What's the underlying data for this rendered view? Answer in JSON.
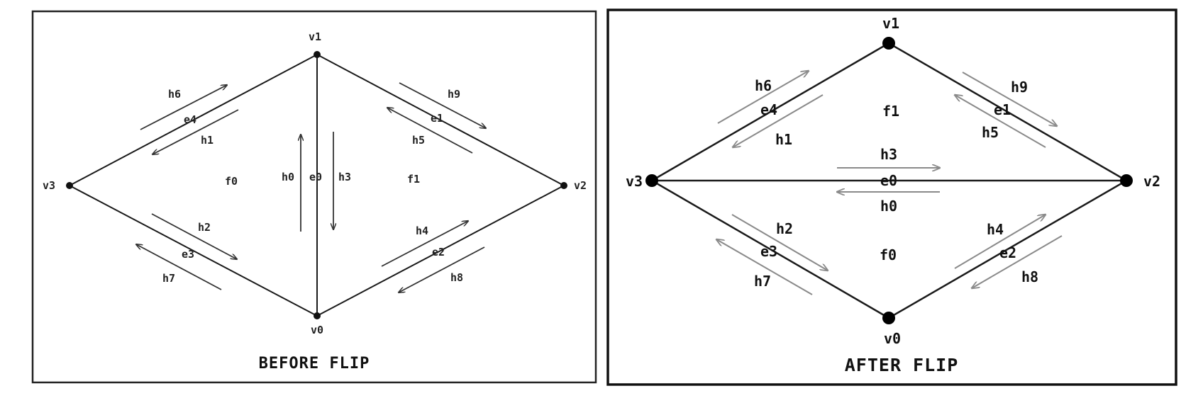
{
  "panels": {
    "before": {
      "title": "BEFORE FLIP",
      "vertices": {
        "v0": "v0",
        "v1": "v1",
        "v2": "v2",
        "v3": "v3"
      },
      "edges": {
        "e0": "e0",
        "e1": "e1",
        "e2": "e2",
        "e3": "e3",
        "e4": "e4"
      },
      "halfedges": {
        "h0": "h0",
        "h1": "h1",
        "h2": "h2",
        "h3": "h3",
        "h4": "h4",
        "h5": "h5",
        "h6": "h6",
        "h7": "h7",
        "h8": "h8",
        "h9": "h9"
      },
      "faces": {
        "f0": "f0",
        "f1": "f1"
      }
    },
    "after": {
      "title": "AFTER FLIP",
      "vertices": {
        "v0": "v0",
        "v1": "v1",
        "v2": "v2",
        "v3": "v3"
      },
      "edges": {
        "e0": "e0",
        "e1": "e1",
        "e2": "e2",
        "e3": "e3",
        "e4": "e4"
      },
      "halfedges": {
        "h0": "h0",
        "h1": "h1",
        "h2": "h2",
        "h3": "h3",
        "h4": "h4",
        "h5": "h5",
        "h6": "h6",
        "h7": "h7",
        "h8": "h8",
        "h9": "h9"
      },
      "faces": {
        "f0": "f0",
        "f1": "f1"
      }
    }
  },
  "colors": {
    "line": "#1a1a1a",
    "arrow_before": "#333333",
    "arrow_after": "#8a8a8a",
    "frame": "#222222"
  }
}
